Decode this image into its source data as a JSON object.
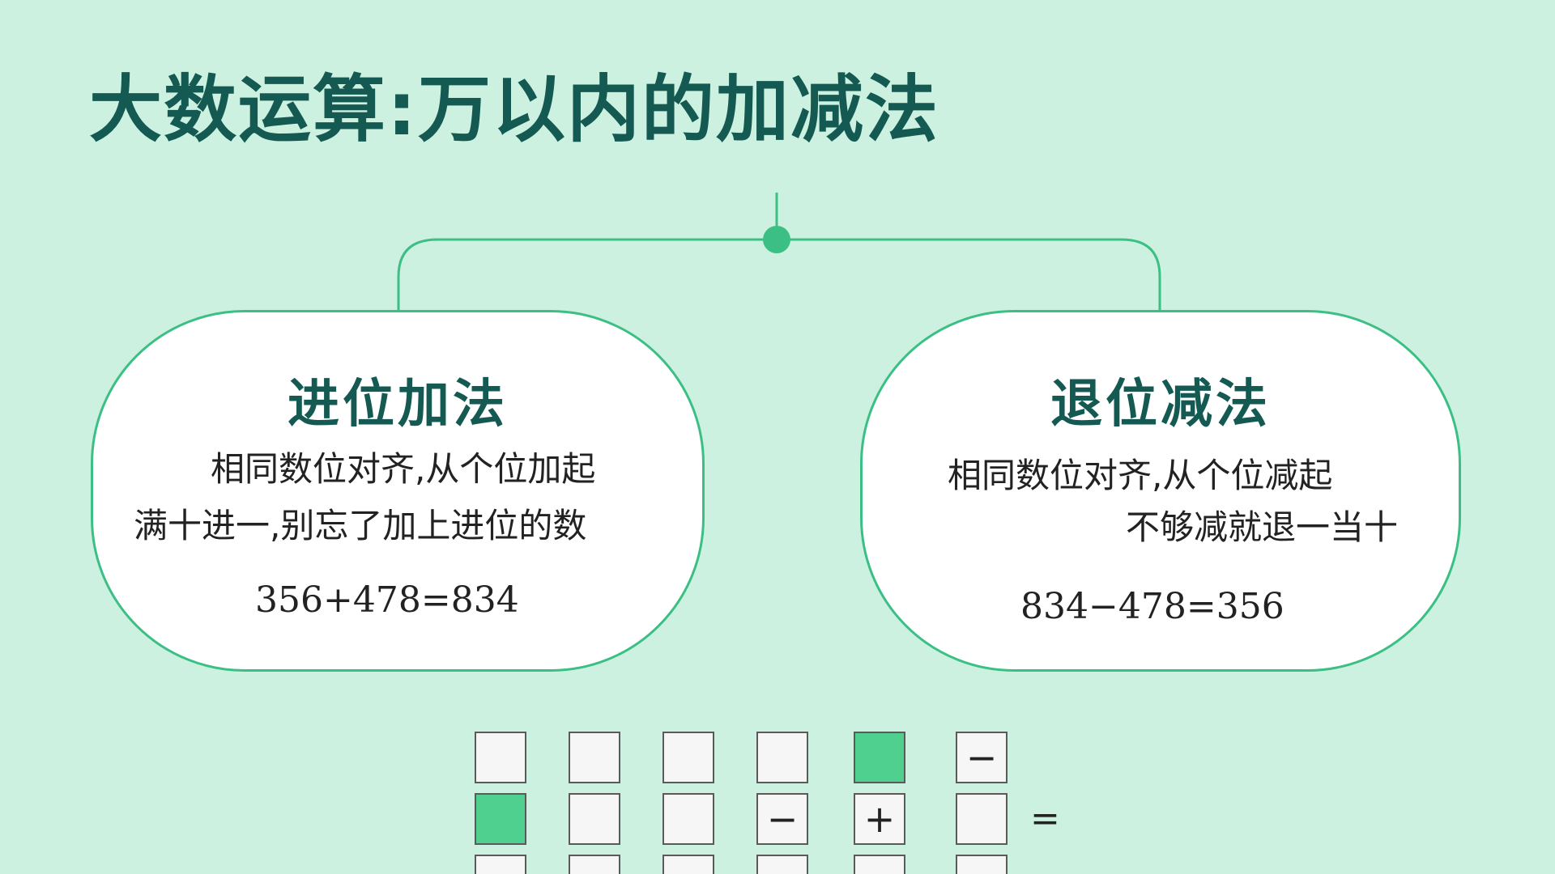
{
  "title": "大数运算:万以内的加减法",
  "cards": [
    {
      "heading": "进位加法",
      "lines": [
        "相同数位对齐,从个位加起",
        "满十进一,别忘了加上进位的数"
      ],
      "formula": "356+478=834"
    },
    {
      "heading": "退位减法",
      "lines": [
        "相同数位对齐,从个位减起",
        "不够减就退一当十"
      ],
      "formula": "834−478=356"
    }
  ],
  "grid": {
    "rows": [
      [
        "",
        "",
        "",
        "",
        "",
        "−"
      ],
      [
        "",
        "",
        "",
        "−",
        "+",
        ""
      ],
      [
        "",
        "",
        "",
        "",
        "",
        ""
      ]
    ],
    "filled": [
      [
        0,
        4
      ],
      [
        1,
        0
      ]
    ],
    "equals": "=",
    "fill_color": "#4fd08f"
  },
  "colors": {
    "background": "#cdf1e0",
    "accent": "#3cbf85",
    "title": "#145a52"
  }
}
